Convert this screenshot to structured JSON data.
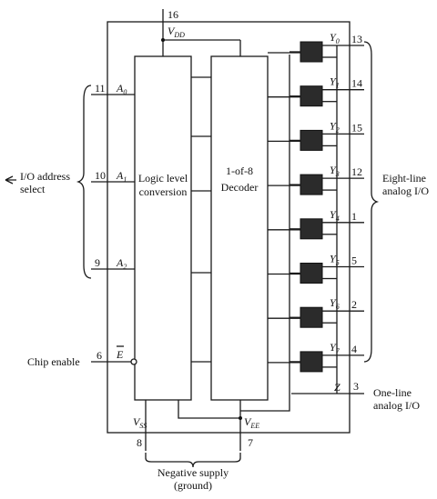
{
  "pins": {
    "vdd": "16",
    "a0": "11",
    "a1": "10",
    "a2": "9",
    "enable": "6",
    "vss": "8",
    "vee": "7",
    "z": "3",
    "y": [
      "13",
      "14",
      "15",
      "12",
      "1",
      "5",
      "2",
      "4"
    ]
  },
  "signals": {
    "v": "V",
    "dd": "DD",
    "ss": "SS",
    "ee": "EE",
    "a": "A",
    "a_subs": [
      "0",
      "1",
      "2"
    ],
    "enable": "E",
    "z": "Z",
    "y": "Y",
    "y_subs": [
      "0",
      "1",
      "2",
      "3",
      "4",
      "5",
      "6",
      "7"
    ]
  },
  "blocks": {
    "logic_line1": "Logic level",
    "logic_line2": "conversion",
    "decoder_line1": "1-of-8",
    "decoder_line2": "Decoder"
  },
  "labels": {
    "io_address_line1": "I/O address",
    "io_address_line2": "select",
    "chip_enable": "Chip enable",
    "eight_line_1": "Eight-line",
    "eight_line_2": "analog I/O",
    "one_line_1": "One-line",
    "one_line_2": "analog I/O",
    "neg_supply_1": "Negative supply",
    "neg_supply_2": "(ground)"
  },
  "icons": [
    "arrow-pointer-icon"
  ]
}
